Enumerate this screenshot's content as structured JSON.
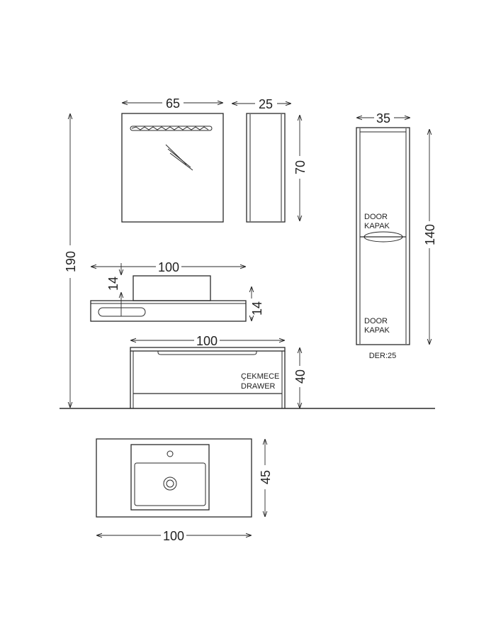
{
  "dimensions": {
    "mirror_width": "65",
    "side_cabinet_depth": "25",
    "side_cabinet_height": "70",
    "tall_cabinet_width": "35",
    "tall_cabinet_height": "140",
    "overall_height": "190",
    "basin_top_width": "100",
    "basin_top_height": "14",
    "counter_height": "14",
    "vanity_width": "100",
    "vanity_height": "40",
    "plan_depth": "45",
    "plan_width": "100"
  },
  "labels": {
    "door_upper_tr": "DOOR",
    "door_upper_en": "KAPAK",
    "door_lower_tr": "DOOR",
    "door_lower_en": "KAPAK",
    "depth_note": "DER:25",
    "drawer_tr": "ÇEKMECE",
    "drawer_en": "DRAWER"
  }
}
